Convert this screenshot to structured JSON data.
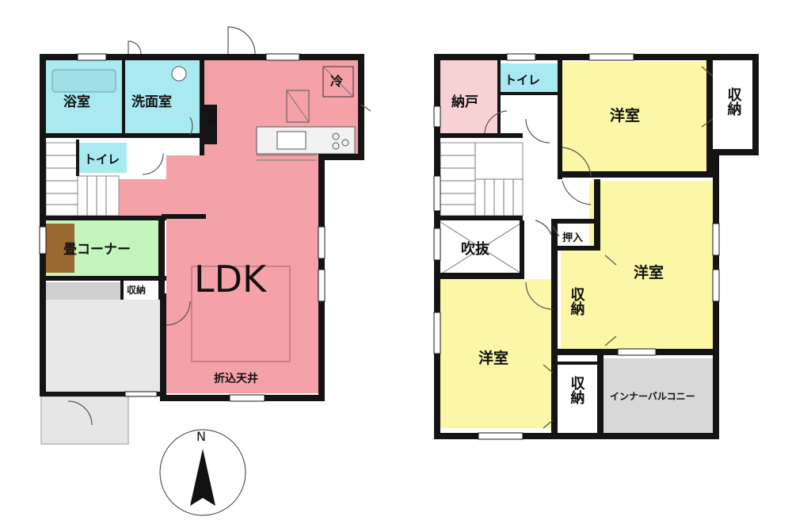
{
  "floor1": {
    "rooms": {
      "bath": "浴室",
      "washroom": "洗面室",
      "storage_small": "収納",
      "toilet": "トイレ",
      "tatami": "畳コーナー",
      "storage": "収納",
      "ldk": "LDK",
      "ceiling": "折込天井",
      "fridge": "冷"
    }
  },
  "floor2": {
    "rooms": {
      "closet": "納戸",
      "toilet": "トイレ",
      "western_ne": "洋室",
      "storage_ne": "収納",
      "void": "吹抜",
      "oshiire": "押入",
      "western_e": "洋室",
      "storage_mid": "収納",
      "western_sw": "洋室",
      "storage_s": "収納",
      "balcony": "インナーバルコニー"
    }
  },
  "compass": {
    "north": "N"
  },
  "colors": {
    "ldk": "#f4a2a8",
    "wet": "#a9eaf0",
    "western": "#fbf7a6",
    "tatami": "#c3f5bd",
    "tatami_floor": "#9b6a32",
    "closet": "#f7d2d4",
    "balcony": "#d8d8d8",
    "wall": "#141414"
  }
}
